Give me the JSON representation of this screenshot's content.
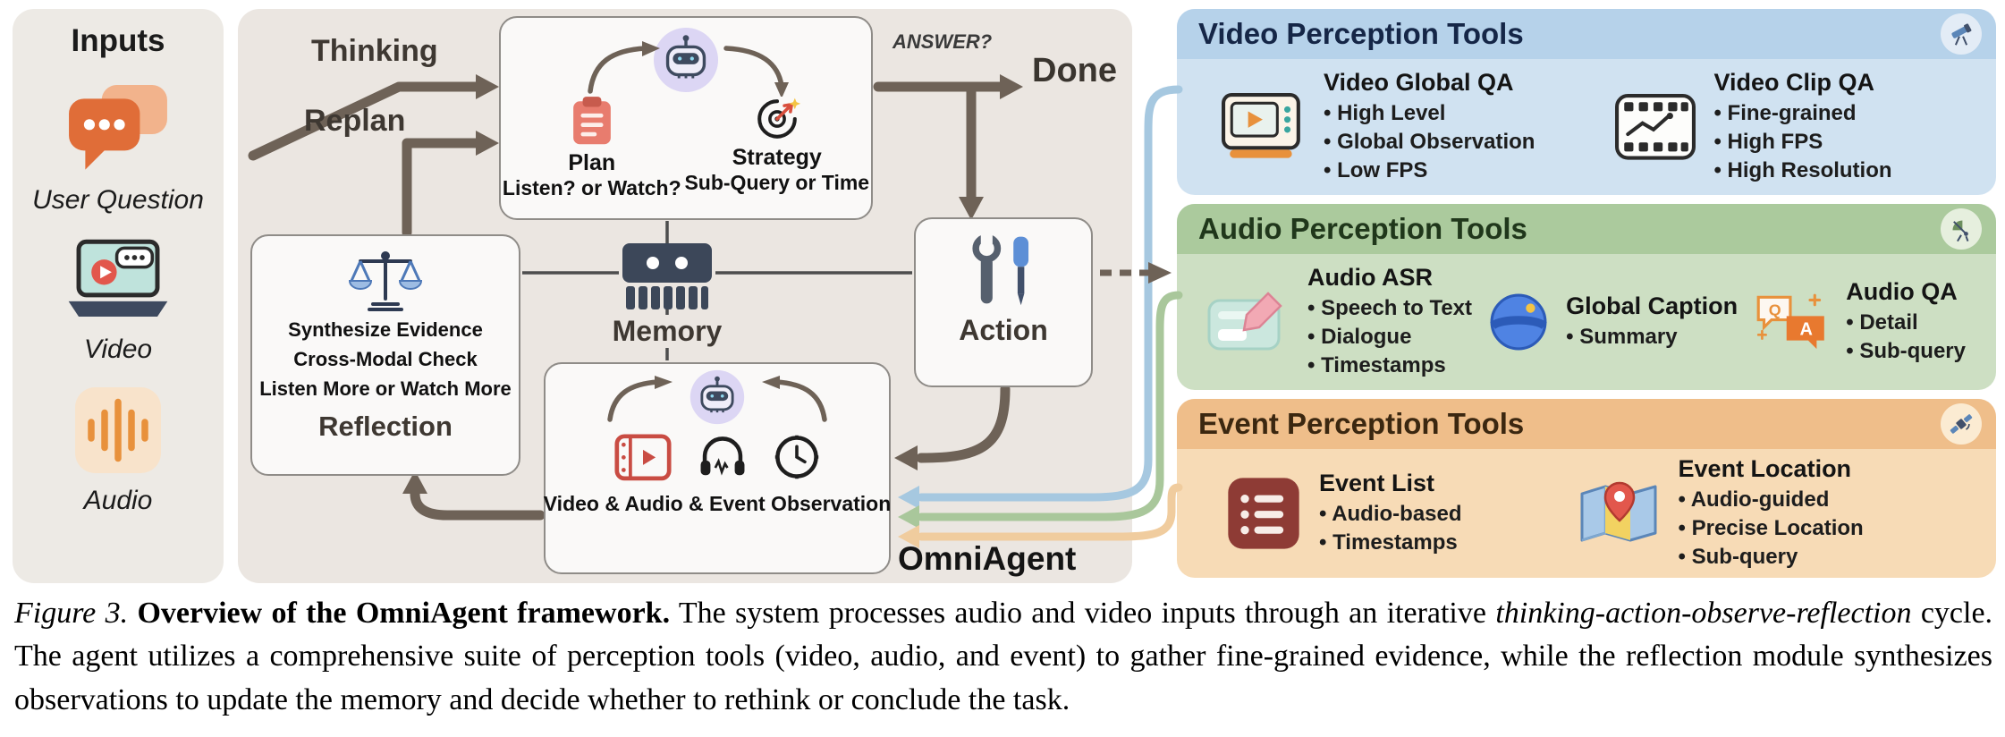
{
  "inputs_panel": {
    "title": "Inputs",
    "items": [
      {
        "icon": "chat-bubbles-icon",
        "label": "User Question"
      },
      {
        "icon": "laptop-video-icon",
        "label": "Video"
      },
      {
        "icon": "audio-waveform-icon",
        "label": "Audio"
      }
    ]
  },
  "agent_panel": {
    "thinking_label": "Thinking",
    "replan_label": "Replan",
    "answer_label": "ANSWER?",
    "done_label": "Done",
    "plan_box": {
      "plan_title": "Plan",
      "plan_subtitle": "Listen? or Watch?",
      "strategy_title": "Strategy",
      "strategy_subtitle": "Sub-Query or Time"
    },
    "reflection_box": {
      "lines": [
        "Synthesize Evidence",
        "Cross-Modal Check",
        "Listen More or Watch More"
      ],
      "title": "Reflection"
    },
    "memory_label": "Memory",
    "action_label": "Action",
    "observation_label": "Video & Audio & Event Observation",
    "omniagent_label": "OmniAgent"
  },
  "tool_panels": [
    {
      "title": "Video Perception Tools",
      "corner_icon": "telescope-icon",
      "groups": [
        {
          "icon": "video-player-screen-icon",
          "title": "Video Global QA",
          "bullets": [
            "High Level",
            "Global Observation",
            "Low FPS"
          ]
        },
        {
          "icon": "film-strip-chart-icon",
          "title": "Video Clip QA",
          "bullets": [
            "Fine-grained",
            "High FPS",
            "High Resolution"
          ]
        }
      ]
    },
    {
      "title": "Audio Perception Tools",
      "corner_icon": "radar-dish-icon",
      "groups": [
        {
          "icon": "speech-to-text-icon",
          "title": "Audio ASR",
          "bullets": [
            "Speech to Text",
            "Dialogue",
            "Timestamps"
          ]
        },
        {
          "icon": "globe-caption-icon",
          "title": "Global Caption",
          "bullets": [
            "Summary"
          ]
        },
        {
          "icon": "qa-chat-icon",
          "title": "Audio QA",
          "bullets": [
            "Detail",
            "Sub-query"
          ]
        }
      ]
    },
    {
      "title": "Event Perception Tools",
      "corner_icon": "satellite-icon",
      "groups": [
        {
          "icon": "event-list-icon",
          "title": "Event List",
          "bullets": [
            "Audio-based",
            "Timestamps"
          ]
        },
        {
          "icon": "map-pin-icon",
          "title": "Event Location",
          "bullets": [
            "Audio-guided",
            "Precise Location",
            "Sub-query"
          ]
        }
      ]
    }
  ],
  "caption": {
    "figure_label": "Figure 3.",
    "bold_title": "Overview of the OmniAgent framework.",
    "text_before_italic": "The system processes audio and video inputs through an iterative",
    "italic_phrase": "thinking-action-observe-reflection",
    "text_after_italic": "cycle. The agent utilizes a comprehensive suite of perception tools (video, audio, and event) to gather fine-grained evidence, while the reflection module synthesizes observations to update the memory and decide whether to rethink or conclude the task."
  },
  "colors": {
    "inputs_panel_bg": "#EDEAE5",
    "agent_panel_bg": "#EBE6E1",
    "video_panel_bg": "#D0E2F1",
    "video_header_bg": "#B6D2EA",
    "audio_panel_bg": "#CDDFC3",
    "audio_header_bg": "#ABCA9D",
    "event_panel_bg": "#F7DBB6",
    "event_header_bg": "#EFBE8A",
    "arrow_brown": "#6E6257",
    "connector_blue": "#A6C8E0",
    "connector_green": "#A9C79B",
    "connector_orange": "#F0CC9E"
  }
}
